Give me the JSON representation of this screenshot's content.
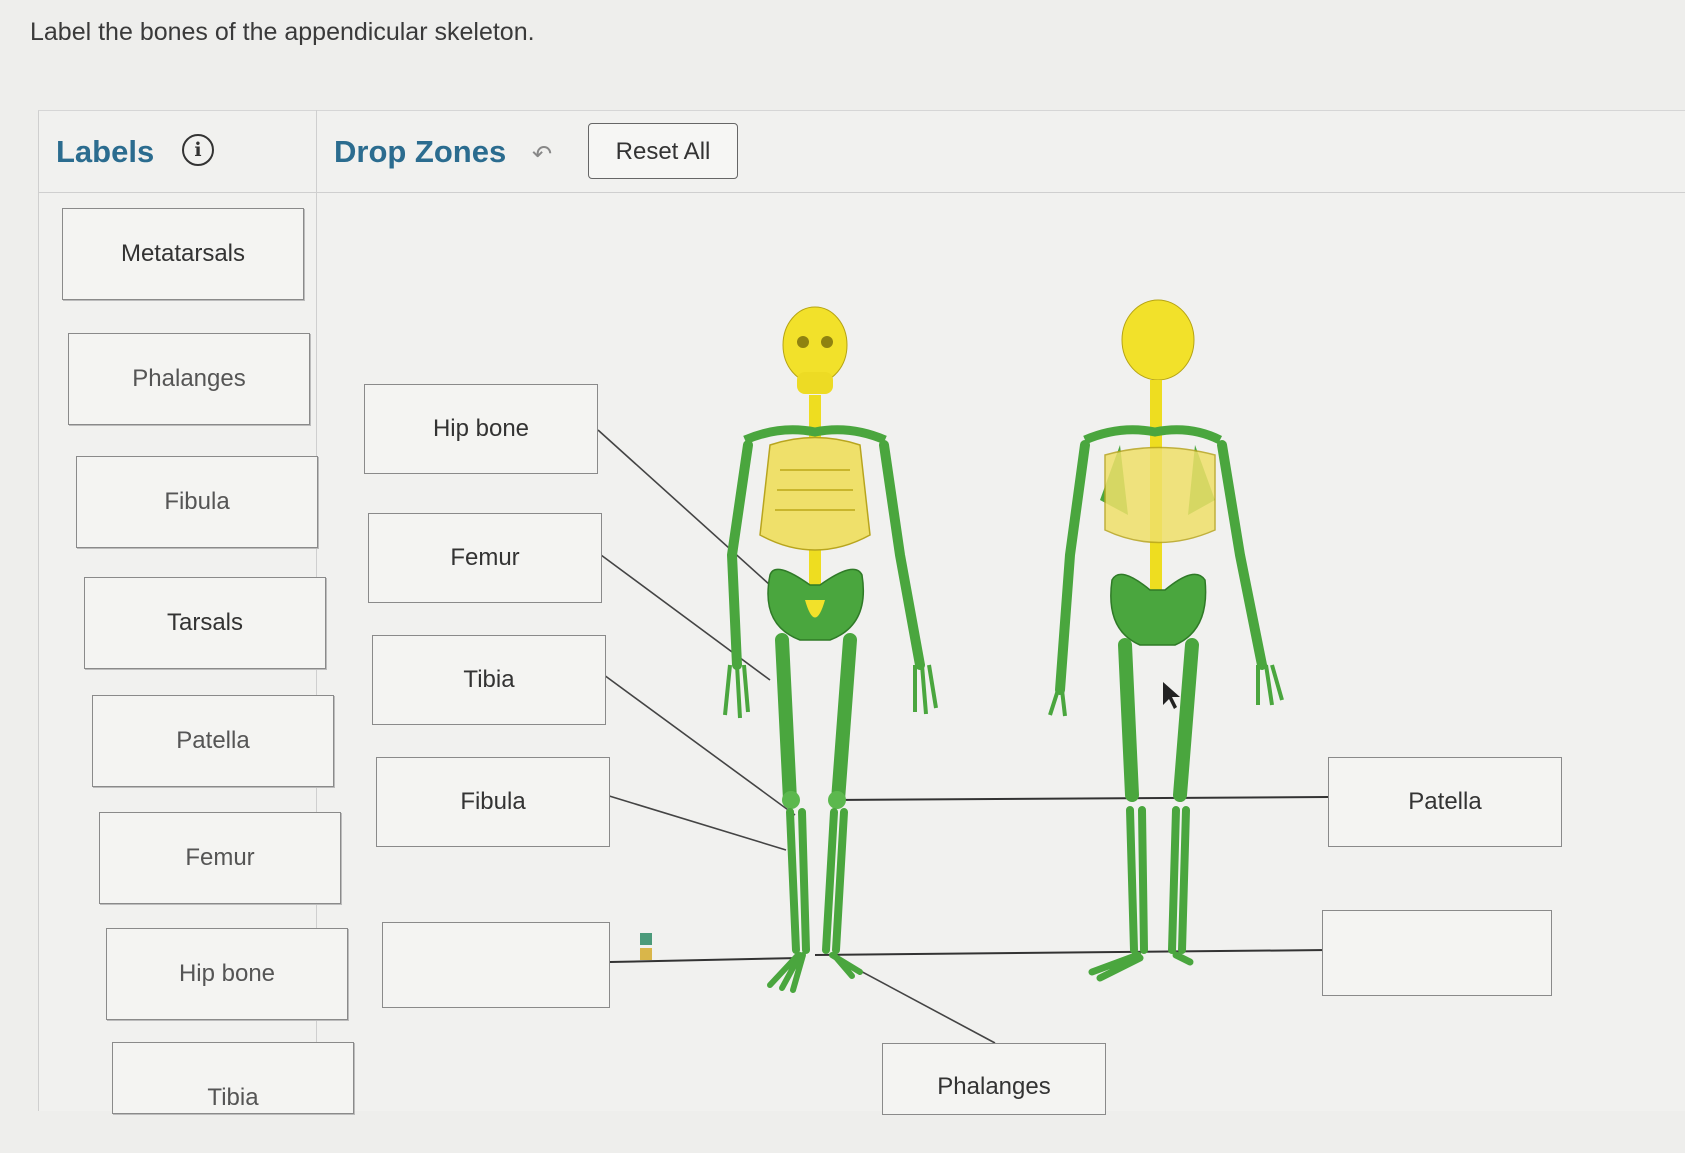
{
  "question": "Label the bones of the appendicular skeleton.",
  "header": {
    "labels_title": "Labels",
    "info_icon": "info-icon",
    "drop_zones_title": "Drop Zones",
    "undo_icon": "undo-arrow-icon",
    "reset_label": "Reset All"
  },
  "labels": [
    "Metatarsals",
    "Phalanges",
    "Fibula",
    "Tarsals",
    "Patella",
    "Femur",
    "Hip bone",
    "Tibia"
  ],
  "drop_zones": {
    "hip_bone": "Hip bone",
    "femur": "Femur",
    "tibia": "Tibia",
    "fibula": "Fibula",
    "left_empty": "",
    "patella": "Patella",
    "right_empty": "",
    "phalanges": "Phalanges"
  },
  "colors": {
    "heading": "#2b6c8f",
    "axial_bone": "#f2e12a",
    "appendicular_bone": "#4aa63e"
  }
}
